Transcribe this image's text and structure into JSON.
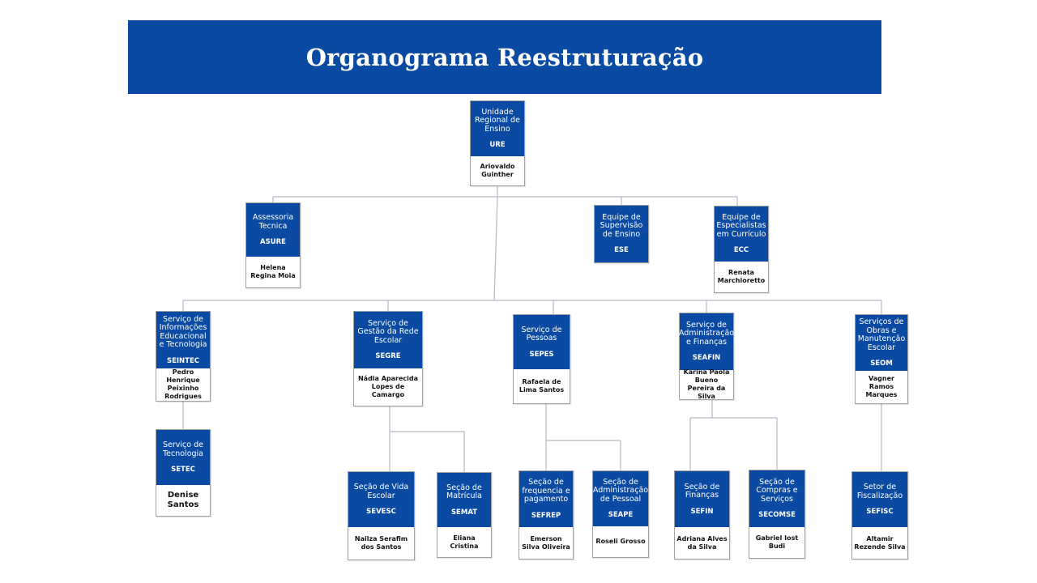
{
  "title": "Organograma Reestruturação",
  "colors": {
    "primary": "#0b4aa2",
    "connector": "#b4b9c2",
    "text_on_primary": "#ffffff"
  },
  "nodes": {
    "ure": {
      "name": "Unidade Regional de Ensino",
      "abbr": "URE",
      "person": "Ariovaldo Guinther"
    },
    "asure": {
      "name": "Assessoria Tecnica",
      "abbr": "ASURE",
      "person": "Helena Regina Moia"
    },
    "ese": {
      "name": "Equipe de Supervisão de Ensino",
      "abbr": "ESE",
      "person": ""
    },
    "ecc": {
      "name": "Equipe de Especialistas em Currículo",
      "abbr": "ECC",
      "person": "Renata Marchioretto"
    },
    "seintec": {
      "name": "Serviço de Informações Educacional e Tecnologia",
      "abbr": "SEINTEC",
      "person": "Pedro Henrique Peixinho Rodrigues"
    },
    "segre": {
      "name": "Serviço de Gestão da Rede Escolar",
      "abbr": "SEGRE",
      "person": "Nádia Aparecida Lopes de Camargo"
    },
    "sepes": {
      "name": "Serviço de Pessoas",
      "abbr": "SEPES",
      "person": "Rafaela de Lima Santos"
    },
    "seafin": {
      "name": "Serviço de Administração e Finanças",
      "abbr": "SEAFIN",
      "person": "Karina Paola Bueno Pereira da Silva"
    },
    "seom": {
      "name": "Serviços de Obras e Manutenção Escolar",
      "abbr": "SEOM",
      "person": "Vagner Ramos Marques"
    },
    "setec": {
      "name": "Serviço de Tecnologia",
      "abbr": "SETEC",
      "person": "Denise Santos"
    },
    "sevesc": {
      "name": "Seção de Vida Escolar",
      "abbr": "SEVESC",
      "person": "Nailza Serafim dos Santos"
    },
    "semat": {
      "name": "Seção de Matrícula",
      "abbr": "SEMAT",
      "person": "Eliana Cristina"
    },
    "sefrep": {
      "name": "Seção de frequencia e pagamento",
      "abbr": "SEFREP",
      "person": "Emerson Silva Oliveira"
    },
    "seape": {
      "name": "Seção de Administração de Pessoal",
      "abbr": "SEAPE",
      "person": "Roseli Grosso"
    },
    "sefin": {
      "name": "Seção de Finanças",
      "abbr": "SEFIN",
      "person": "Adriana Alves da Silva"
    },
    "secomse": {
      "name": "Seção de Compras e Serviços",
      "abbr": "SECOMSE",
      "person": "Gabriel Iost Budi"
    },
    "sefisc": {
      "name": "Setor de Fiscalização",
      "abbr": "SEFISC",
      "person": "Altamir Rezende Silva"
    }
  }
}
